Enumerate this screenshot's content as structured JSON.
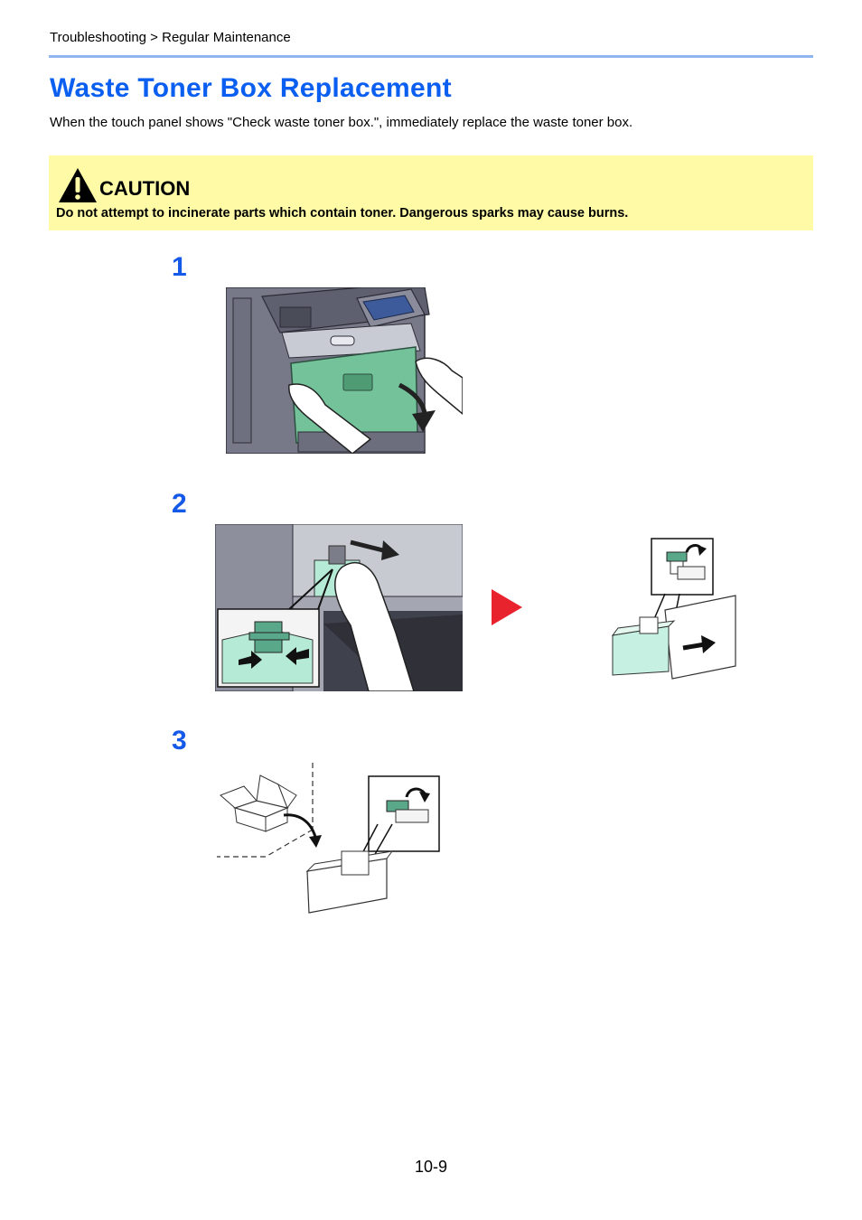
{
  "breadcrumb": "Troubleshooting > Regular Maintenance",
  "title": "Waste Toner Box Replacement",
  "intro": "When the touch panel shows \"Check waste toner box.\", immediately replace the waste toner box.",
  "caution": {
    "label": "CAUTION",
    "text": "Do not attempt to incinerate parts which contain toner. Dangerous sparks may cause burns.",
    "icon": "warning-triangle-icon"
  },
  "steps": [
    {
      "number": "1"
    },
    {
      "number": "2"
    },
    {
      "number": "3"
    }
  ],
  "page_number": "10-9",
  "colors": {
    "title": "#0a5ef0",
    "step_number": "#1459e8",
    "caution_background": "#fefaa6",
    "rule": "#8fb6ee",
    "next_arrow": "#e8232e",
    "cover_green": "#74c29a",
    "machine_gray": "#777988"
  }
}
